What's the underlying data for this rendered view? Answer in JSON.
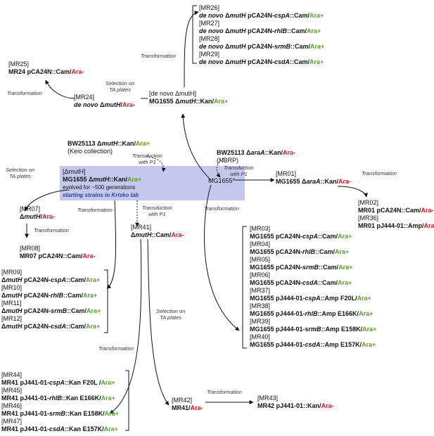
{
  "colors": {
    "plus": "#5aa02c",
    "minus": "#d4141c",
    "highlight": "#c4c8ee"
  },
  "nodes": {
    "mr26_29": [
      {
        "tag": "[MR26]",
        "pre": "de novo ",
        "mid": "Δ",
        "gene": "mutH",
        "rest": " pCA24N-",
        "gene2": "cspA",
        "rest2": "::Cam/",
        "sign": "Ara+"
      },
      {
        "tag": "[MR27]",
        "pre": "de novo ",
        "mid": "Δ",
        "gene": "mutH",
        "rest": " pCA24N-",
        "gene2": "rhlB",
        "rest2": "::Cam/",
        "sign": "Ara+"
      },
      {
        "tag": "[MR28]",
        "pre": "de novo ",
        "mid": "Δ",
        "gene": "mutH",
        "rest": " pCA24N-",
        "gene2": "srmB",
        "rest2": "::Cam/",
        "sign": "Ara+"
      },
      {
        "tag": "[MR29]",
        "pre": "de novo ",
        "mid": "Δ",
        "gene": "mutH",
        "rest": " pCA24N-",
        "gene2": "csdA",
        "rest2": "::Cam/",
        "sign": "Ara+"
      }
    ],
    "mr25": {
      "tag": "[MR25]",
      "text": "MR24 pCA24N::Cam/",
      "sign": "Ara-"
    },
    "mr24": {
      "tag": "[MR24]",
      "pre": "de novo ",
      "mid": "Δ",
      "gene": "mutH",
      "rest": "/",
      "sign": "Ara-"
    },
    "denovo": {
      "line1": "[de novo ΔmutH]",
      "text": "MG1655 Δ",
      "gene": "mutH",
      "rest": "::Kan/",
      "sign": "Ara+"
    },
    "bw_mutH": {
      "text": "BW25113 Δ",
      "gene": "mutH",
      "rest": "::Kan/",
      "sign": "Ara+",
      "sub": "(Keio collection)"
    },
    "bw_araA": {
      "text": "BW25113 Δ",
      "gene": "araA",
      "rest": "::Kan/",
      "sign": "Ara-",
      "sub": "(NBRP)"
    },
    "evolved": {
      "line1": "[ΔmutH]",
      "text": "MG1655 Δ",
      "gene": "mutH",
      "rest": "::Kan/",
      "sign": "Ara+",
      "line3": "evolved for ~500 generations",
      "line4": "starting strains in Krisko lab"
    },
    "mg1655": {
      "text": "MG1655*"
    },
    "mr01": {
      "tag": "[MR01]",
      "text": "MG1655 Δ",
      "gene": "araA",
      "rest": "::Kan/",
      "sign": "Ara-"
    },
    "mr02": {
      "tag": "[MR02]",
      "text": "MR01 pCA24N::Cam/",
      "sign": "Ara-"
    },
    "mr36": {
      "tag": "[MR36]",
      "text": "MR01 pJ444-01::Amp/",
      "sign": "Ara-"
    },
    "mr07": {
      "tag": "[MR07]",
      "text": "Δ",
      "gene": "mutH",
      "rest": "/",
      "sign": "Ara-"
    },
    "mr08": {
      "tag": "[MR08]",
      "text": "MR07 pCA24N::Cam/",
      "sign": "Ara-"
    },
    "mr41": {
      "tag": "[MR41]",
      "text": "Δ",
      "gene": "mutH",
      "rest": "::Cam/",
      "sign": "Ara-"
    },
    "mr09_12": [
      {
        "tag": "[MR09]",
        "gene": "mutH",
        "rest": " pCA24N-",
        "gene2": "cspA",
        "rest2": "::Cam/",
        "sign": "Ara+"
      },
      {
        "tag": "[MR10]",
        "gene": "mutH",
        "rest": " pCA24N-",
        "gene2": "rhlB",
        "rest2": "::Cam/",
        "sign": "Ara+"
      },
      {
        "tag": "[MR11]",
        "gene": "mutH",
        "rest": " pCA24N-",
        "gene2": "srmB",
        "rest2": "::Cam/",
        "sign": "Ara+"
      },
      {
        "tag": "[MR12]",
        "gene": "mutH",
        "rest": " pCA24N-",
        "gene2": "csdA",
        "rest2": "::Cam/",
        "sign": "Ara+"
      }
    ],
    "mr03_40": [
      {
        "tag": "[MR03]",
        "pre": "MG1655 pCA24N-",
        "gene": "cspA",
        "rest": "::Cam/",
        "sign": "Ara+"
      },
      {
        "tag": "[MR04]",
        "pre": "MG1655 pCA24N-",
        "gene": "rhlB",
        "rest": "::Cam/",
        "sign": "Ara+"
      },
      {
        "tag": "[MR05]",
        "pre": "MG1655 pCA24N-",
        "gene": "srmB",
        "rest": "::Cam/",
        "sign": "Ara+"
      },
      {
        "tag": "[MR06]",
        "pre": "MG1655 pCA24N-",
        "gene": "csdA",
        "rest": "::Cam/",
        "sign": "Ara+"
      },
      {
        "tag": "[MR37]",
        "pre": "MG1655 pJ444-01-",
        "gene": "cspA",
        "rest": "::Amp F20L/",
        "sign": "Ara+"
      },
      {
        "tag": "[MR38]",
        "pre": "MG1655 pJ444-01-",
        "gene": "rhlB",
        "rest": "::Amp E166K/",
        "sign": "Ara+"
      },
      {
        "tag": "[MR39]",
        "pre": "MG1655 pJ444-01-",
        "gene": "srmB",
        "rest": "::Amp E158K/",
        "sign": "Ara+"
      },
      {
        "tag": "[MR40]",
        "pre": "MG1655 pJ444-01-",
        "gene": "csdA",
        "rest": "::Amp E157K/",
        "sign": "Ara+"
      }
    ],
    "mr44_47": [
      {
        "tag": "[MR44]",
        "pre": "MR41 pJ441-01-",
        "gene": "cspA",
        "rest": "::Kan F20L /",
        "sign": "Ara+"
      },
      {
        "tag": "[MR45]",
        "pre": "MR41 pJ441-01-",
        "gene": "rhlB",
        "rest": "::Kan E166K/",
        "sign": "Ara+"
      },
      {
        "tag": "[MR46]",
        "pre": "MR41 pJ441-01-",
        "gene": "srmB",
        "rest": "::Kan E158K/",
        "sign": "Ara+"
      },
      {
        "tag": "[MR47]",
        "pre": "MR41 pJ441-01-",
        "gene": "csdA",
        "rest": "::Kan E157K/",
        "sign": "Ara+"
      }
    ],
    "mr42": {
      "tag": "[MR42]",
      "text": "MR41/",
      "sign": "Ara-"
    },
    "mr43": {
      "tag": "[MR43]",
      "text": "MR42 pJ441-01::Kan/",
      "sign": "Ara-"
    }
  },
  "notes": {
    "transformation": "Transformation",
    "selection_1": "Selection on",
    "selection_2": "TA plates",
    "transduction_1": "Transduction",
    "transduction_2": "with P1",
    "transduction_lab_2": "Transduction",
    "transduction_lab_3": "with P1"
  }
}
